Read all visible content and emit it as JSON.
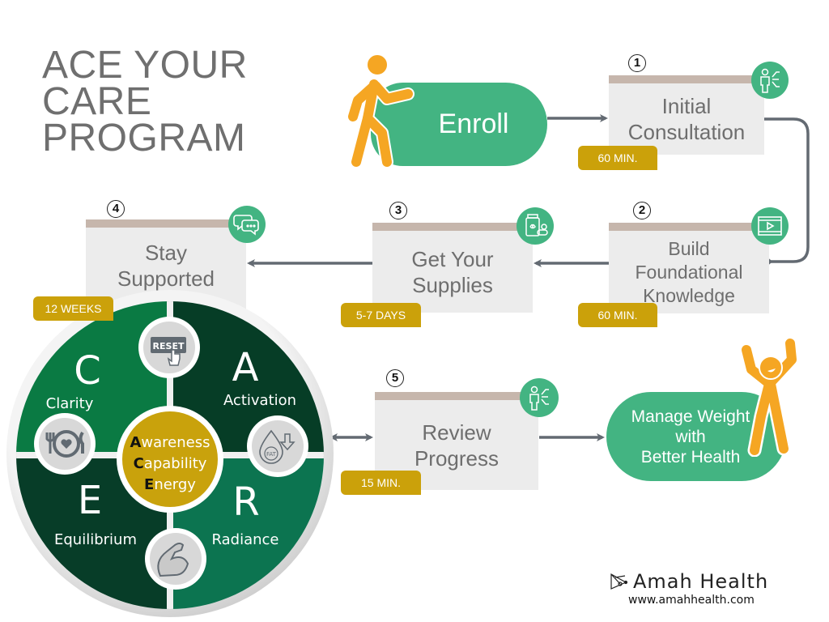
{
  "title": {
    "lines": [
      "ACE YOUR",
      "CARE",
      "PROGRAM"
    ]
  },
  "colors": {
    "green": "#43b482",
    "dark_green": "#063d26",
    "mid_green": "#0a7a43",
    "gold": "#cba10a",
    "step_bg": "#ececec",
    "step_bar": "#c6b6ac",
    "arrow": "#636a72",
    "figure_orange": "#f5a623"
  },
  "start": {
    "label": "Enroll",
    "icon": "walking-person-icon"
  },
  "steps": [
    {
      "number": "1",
      "label_lines": [
        "Initial",
        "Consultation"
      ],
      "duration": "60 MIN.",
      "icon": "consultation-person-icon"
    },
    {
      "number": "2",
      "label_lines": [
        "Build",
        "Foundational",
        "Knowledge"
      ],
      "duration": "60 MIN.",
      "icon": "video-film-icon"
    },
    {
      "number": "3",
      "label_lines": [
        "Get Your",
        "Supplies"
      ],
      "duration": "5-7 DAYS",
      "icon": "supplement-bottle-icon"
    },
    {
      "number": "4",
      "label_lines": [
        "Stay",
        "Supported"
      ],
      "duration": "12 WEEKS",
      "icon": "chat-bubbles-icon"
    },
    {
      "number": "5",
      "label_lines": [
        "Review",
        "Progress"
      ],
      "duration": "15 MIN.",
      "icon": "consultation-person-icon"
    }
  ],
  "goal": {
    "label_lines": [
      "Manage Weight",
      "with",
      "Better Health"
    ],
    "icon": "celebrating-person-icon"
  },
  "wheel": {
    "quadrants": [
      {
        "letter": "C",
        "word": "Clarity"
      },
      {
        "letter": "A",
        "word": "Activation"
      },
      {
        "letter": "E",
        "word": "Equilibrium"
      },
      {
        "letter": "R",
        "word": "Radiance"
      }
    ],
    "center": [
      {
        "cap": "A",
        "rest": "wareness"
      },
      {
        "cap": "C",
        "rest": "apability"
      },
      {
        "cap": "E",
        "rest": "nergy"
      }
    ],
    "icons": [
      "reset-button-icon",
      "fat-drop-down-icon",
      "flexed-arm-icon",
      "plate-heart-icon"
    ],
    "reset_text": "RESET",
    "fat_text": "FAT"
  },
  "brand": {
    "name": "Amah Health",
    "url": "www.amahhealth.com"
  }
}
